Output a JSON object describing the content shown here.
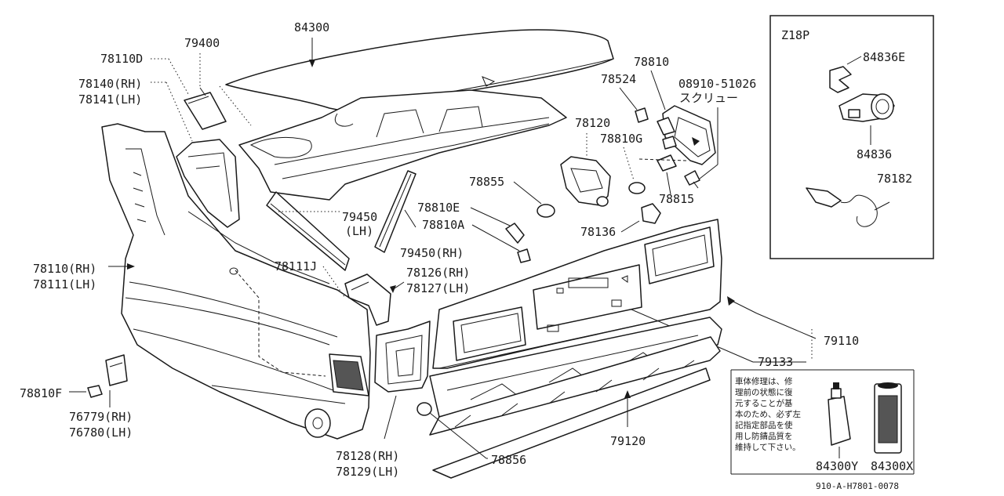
{
  "inset": {
    "code": "Z18P",
    "parts": [
      "84836E",
      "84836",
      "78182"
    ]
  },
  "labels": {
    "p84300": "84300",
    "p79400": "79400",
    "p78110D": "78110D",
    "p78140": "78140(RH)",
    "p78141": "78141(LH)",
    "p78810": "78810",
    "p78524": "78524",
    "p08910": "08910-51026",
    "p08910_kana": "スクリュー",
    "p78120": "78120",
    "p78810G": "78810G",
    "p78855": "78855",
    "p78815": "78815",
    "p79450lh_a": "79450",
    "p79450lh_b": "(LH)",
    "p78810E": "78810E",
    "p78810A": "78810A",
    "p78136": "78136",
    "p79450rh": "79450(RH)",
    "p78110": "78110(RH)",
    "p78111": "78111(LH)",
    "p78111J": "78111J",
    "p78126": "78126(RH)",
    "p78127": "78127(LH)",
    "p79110": "79110",
    "p79133": "79133",
    "p78810F": "78810F",
    "p76779": "76779(RH)",
    "p76780": "76780(LH)",
    "p79120": "79120",
    "p78128": "78128(RH)",
    "p78129": "78129(LH)",
    "p78856": "78856",
    "p84300Y": "84300Y",
    "p84300X": "84300X"
  },
  "notice": {
    "lines": [
      "車体修理は、修",
      "理前の状態に復",
      "元することが基",
      "本のため、必ず左",
      "記指定部品を使",
      "用し防錆品質を",
      "維持して下さい。"
    ]
  },
  "footer": {
    "code": "910-A-H7801-0078"
  }
}
